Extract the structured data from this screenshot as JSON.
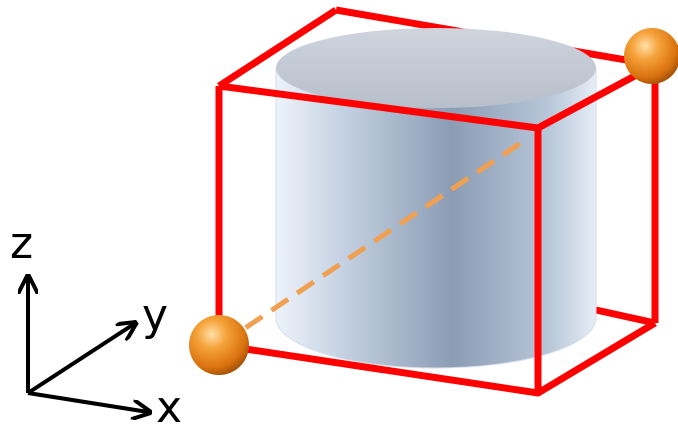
{
  "axes": {
    "x_label": "x",
    "y_label": "y",
    "z_label": "z"
  },
  "colors": {
    "box_edge": "#ff0000",
    "diagonal": "#f0a050",
    "corner_sphere": "#f08a1c",
    "cylinder_body": "#a8b8cc",
    "cylinder_top": "#c6ccd8",
    "axis_arrows": "#000000"
  },
  "diagonal_style": "dashed",
  "corner_markers": 2
}
